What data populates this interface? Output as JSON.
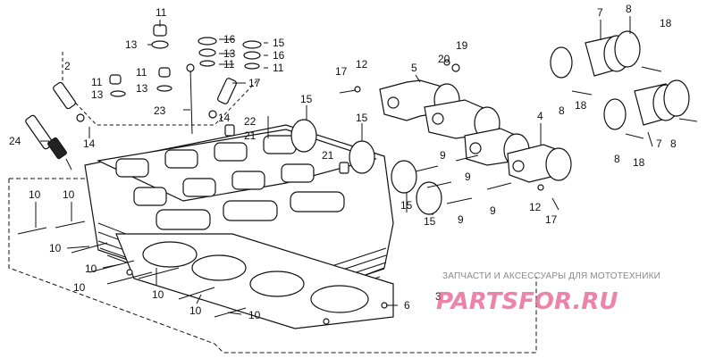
{
  "diagram": {
    "callouts": [
      "11",
      "13",
      "16",
      "15",
      "13",
      "11",
      "16",
      "11",
      "13",
      "2",
      "11",
      "13",
      "11",
      "13",
      "23",
      "17",
      "14",
      "24",
      "14",
      "22",
      "21",
      "15",
      "15",
      "17",
      "12",
      "5",
      "20",
      "19",
      "7",
      "8",
      "18",
      "8",
      "18",
      "7",
      "8",
      "8",
      "18",
      "4",
      "21",
      "9",
      "9",
      "15",
      "15",
      "9",
      "9",
      "12",
      "17",
      "10",
      "10",
      "10",
      "10",
      "10",
      "10",
      "10",
      "10",
      "10",
      "6",
      "3"
    ]
  },
  "watermark": {
    "caption": "ЗАПЧАСТИ И АКСЕССУАРЫ ДЛЯ МОТОТЕХНИКИ",
    "logo": "PARTSFOR.RU"
  },
  "colors": {
    "line": "#111111",
    "logo": "#e85a8c",
    "caption": "#8a8a8a"
  }
}
